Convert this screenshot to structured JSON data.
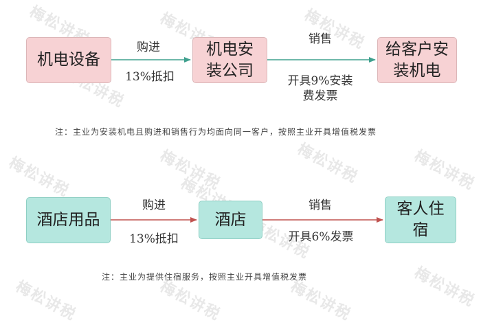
{
  "watermark": "梅松讲税",
  "colors": {
    "pink_fill": "#f7d2d4",
    "teal_fill": "#b5e7df",
    "teal_arrow": "#3fa08e",
    "red_arrow": "#c0524f"
  },
  "flow1": {
    "node1": "机电设备",
    "node2_line1": "机电安",
    "node2_line2": "装公司",
    "node3_line1": "给客户安",
    "node3_line2": "装机电",
    "edge1_top": "购进",
    "edge1_bottom": "13%抵扣",
    "edge2_top": "销售",
    "edge2_bottom_line1": "开具9%安装",
    "edge2_bottom_line2": "费发票",
    "note": "注：主业为安装机电且购进和销售行为均面向同一客户，按照主业开具增值税发票"
  },
  "flow2": {
    "node1": "酒店用品",
    "node2": "酒店",
    "node3_line1": "客人住",
    "node3_line2": "宿",
    "edge1_top": "购进",
    "edge1_bottom": "13%抵扣",
    "edge2_top": "销售",
    "edge2_bottom": "开具6%发票",
    "note": "注：主业为提供住宿服务，按照主业开具增值税发票"
  }
}
